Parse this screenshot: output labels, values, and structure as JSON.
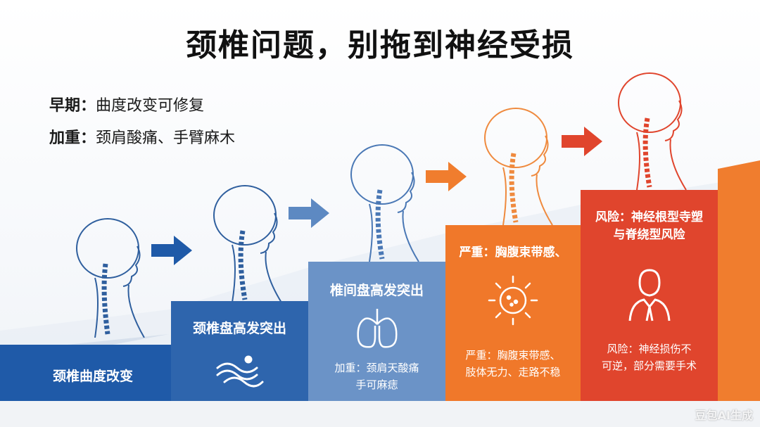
{
  "title": "颈椎问题，别拖到神经受损",
  "notes": [
    {
      "label": "早期：",
      "text": "曲度改变可修复"
    },
    {
      "label": "加重：",
      "text": "颈肩酸痛、手臂麻木"
    }
  ],
  "steps": [
    {
      "label": "颈椎曲度改变",
      "color": "#1f5aa8"
    },
    {
      "label": "颈椎盘高发突出",
      "color": "#2e65ad"
    },
    {
      "label": "椎间盘高发突出",
      "sub1": "加重：颈肩天酸痛",
      "sub2": "手可麻痣",
      "color": "#6b93c7"
    },
    {
      "label": "严重：胸腹束带感、",
      "sub1": "严重：胸腹束带感、",
      "sub2": "肢体无力、走路不稳",
      "color": "#f0782a"
    },
    {
      "label1": "风险：神经根型寺塑",
      "label2": "与脊绕型风险",
      "sub1": "风险：神经损伤不",
      "sub2": "可逆，部分需要手术",
      "color": "#e0452d"
    }
  ],
  "colors": {
    "blue_dark": "#1f5aa8",
    "blue_mid": "#2e65ad",
    "blue_light": "#6b93c7",
    "orange": "#f0782a",
    "red": "#e0452d"
  },
  "watermark": "豆包AI生成"
}
